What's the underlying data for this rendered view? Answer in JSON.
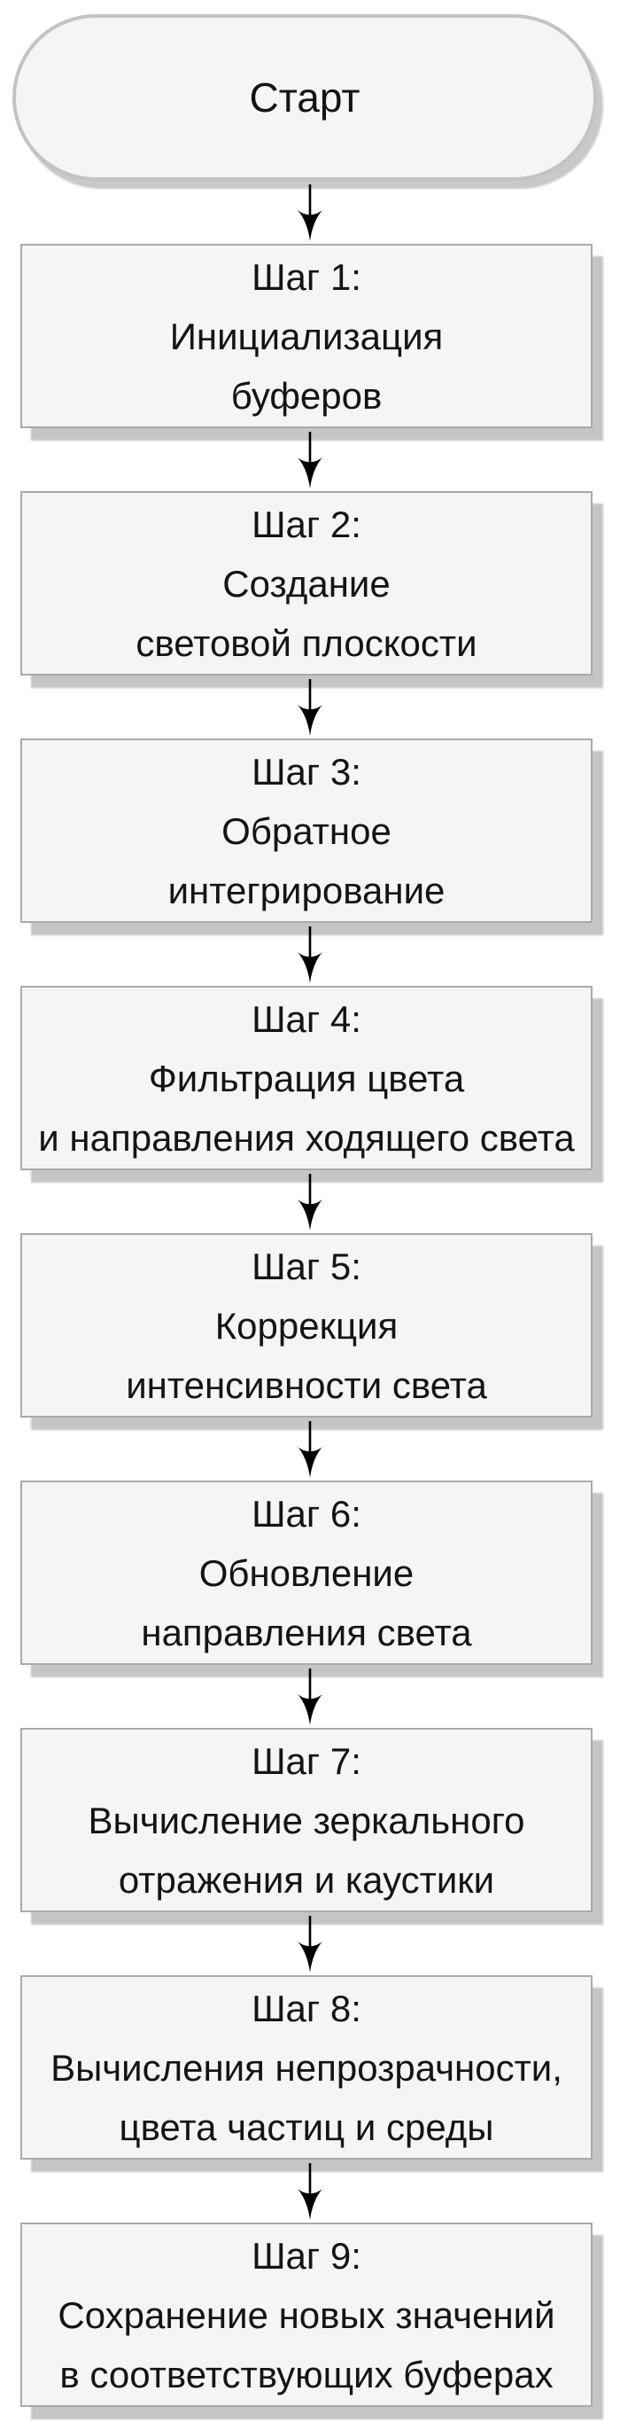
{
  "diagram": {
    "start_label": "Старт",
    "steps": [
      {
        "title": "Шаг 1:",
        "line1": "Инициализация",
        "line2": "буферов"
      },
      {
        "title": "Шаг 2:",
        "line1": "Создание",
        "line2": "световой плоскости"
      },
      {
        "title": "Шаг 3:",
        "line1": "Обратное",
        "line2": "интегрирование"
      },
      {
        "title": "Шаг 4:",
        "line1": "Фильтрация цвета",
        "line2": "и направления ходящего света"
      },
      {
        "title": "Шаг 5:",
        "line1": "Коррекция",
        "line2": "интенсивности света"
      },
      {
        "title": "Шаг 6:",
        "line1": "Обновление",
        "line2": "направления света"
      },
      {
        "title": "Шаг 7:",
        "line1": "Вычисление зеркального",
        "line2": "отражения и каустики"
      },
      {
        "title": "Шаг 8:",
        "line1": "Вычисления непрозрачности,",
        "line2": "цвета частиц и среды"
      },
      {
        "title": "Шаг 9:",
        "line1": "Сохранение новых значений",
        "line2": "в соответствующих буферах"
      }
    ],
    "colors": {
      "node_fill": "#f5f5f6",
      "box_border": "#aaaaaa",
      "stadium_border": "#c3c3c3",
      "shadow": "#c5c5c5",
      "arrow": "#000000",
      "text": "#141414"
    }
  }
}
